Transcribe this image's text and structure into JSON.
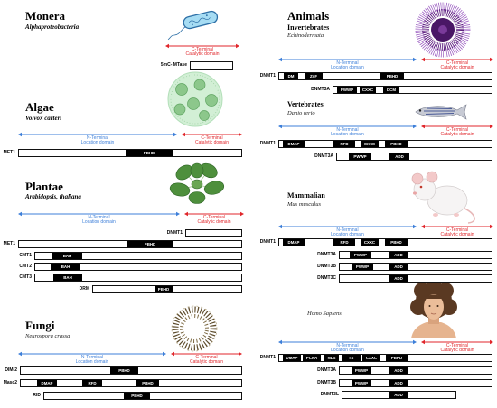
{
  "colors": {
    "n_terminal": "#3d7fd9",
    "c_terminal": "#e0262b",
    "domain_fill": "#000000",
    "domain_text": "#ffffff"
  },
  "arrow_text": {
    "n_line1": "N-Terminal",
    "n_line2": "Location domain",
    "c_line1": "C-Terminal",
    "c_line2": "Catalytic domain"
  },
  "sections": {
    "monera": {
      "title": "Monera",
      "subtitle": "Alphaproteobacteria",
      "icon": "bacterium-icon",
      "proteins": [
        {
          "name": "5mC- MTase",
          "domains": []
        }
      ]
    },
    "algae": {
      "title": "Algae",
      "subtitle": "Volvox carteri",
      "icon": "volvox-icon",
      "proteins": [
        {
          "name": "MET1",
          "domains": [
            "PBHD"
          ]
        }
      ]
    },
    "plantae": {
      "title": "Plantae",
      "subtitle": "Arabidopsis, thaliana",
      "icon": "plant-icon",
      "proteins": [
        {
          "name": "DNMT1",
          "domains": []
        },
        {
          "name": "MET1",
          "domains": [
            "PBHD"
          ]
        },
        {
          "name": "CMT1",
          "domains": [
            "BAH"
          ]
        },
        {
          "name": "CMT2",
          "domains": [
            "BAH"
          ]
        },
        {
          "name": "CMT3",
          "domains": [
            "BAH"
          ]
        },
        {
          "name": "DRM",
          "domains": [
            "PBHD"
          ]
        }
      ]
    },
    "fungi": {
      "title": "Fungi",
      "subtitle": "Neurospora crassa",
      "icon": "fungus-icon",
      "proteins": [
        {
          "name": "DIM-2",
          "domains": [
            "PBHD"
          ]
        },
        {
          "name": "Masc2",
          "domains": [
            "DMAP",
            "RFD",
            "PBHD"
          ]
        },
        {
          "name": "RID",
          "domains": [
            "PBHD"
          ]
        }
      ]
    },
    "animals": {
      "title": "Animals",
      "invertebrates": {
        "title": "Invertebrates",
        "subtitle": "Echinodermata",
        "icon": "sea-urchin-icon",
        "proteins": [
          {
            "name": "DNMT1",
            "domains": [
              "DM",
              "ZnF",
              "PBHD"
            ]
          },
          {
            "name": "DNMT3A",
            "domains": [
              "PWWP",
              "CXXC",
              "DCM"
            ]
          }
        ]
      },
      "vertebrates": {
        "title": "Vertebrates",
        "subtitle": "Danio rerio",
        "icon": "zebrafish-icon",
        "proteins": [
          {
            "name": "DNMT1",
            "domains": [
              "DMAP",
              "RFD",
              "CXXC",
              "PBHD"
            ]
          },
          {
            "name": "DNMT3A",
            "domains": [
              "PWWP",
              "ADD"
            ]
          }
        ]
      },
      "mammalian": {
        "title": "Mammalian",
        "subtitle": "Mus musculus",
        "icon": "mouse-icon",
        "proteins": [
          {
            "name": "DNMT1",
            "domains": [
              "DMAP",
              "RFD",
              "CXXC",
              "PBHD"
            ]
          },
          {
            "name": "DNMT3A",
            "domains": [
              "PWWP",
              "ADD"
            ]
          },
          {
            "name": "DNMT3B",
            "domains": [
              "PWWP",
              "ADD"
            ]
          },
          {
            "name": "DNMT3C",
            "domains": [
              "ADD"
            ]
          }
        ]
      },
      "human": {
        "subtitle": "Homo Sapiens",
        "icon": "human-icon",
        "proteins": [
          {
            "name": "DNMT1",
            "domains": [
              "DMAP",
              "PCNA",
              "NLS",
              "TS",
              "CXXC",
              "PBHD"
            ]
          },
          {
            "name": "DNMT3A",
            "domains": [
              "PWWP",
              "ADD"
            ]
          },
          {
            "name": "DNMT3B",
            "domains": [
              "PWWP",
              "ADD"
            ]
          },
          {
            "name": "DNMT3L",
            "domains": [
              "ADD"
            ]
          }
        ]
      }
    }
  }
}
